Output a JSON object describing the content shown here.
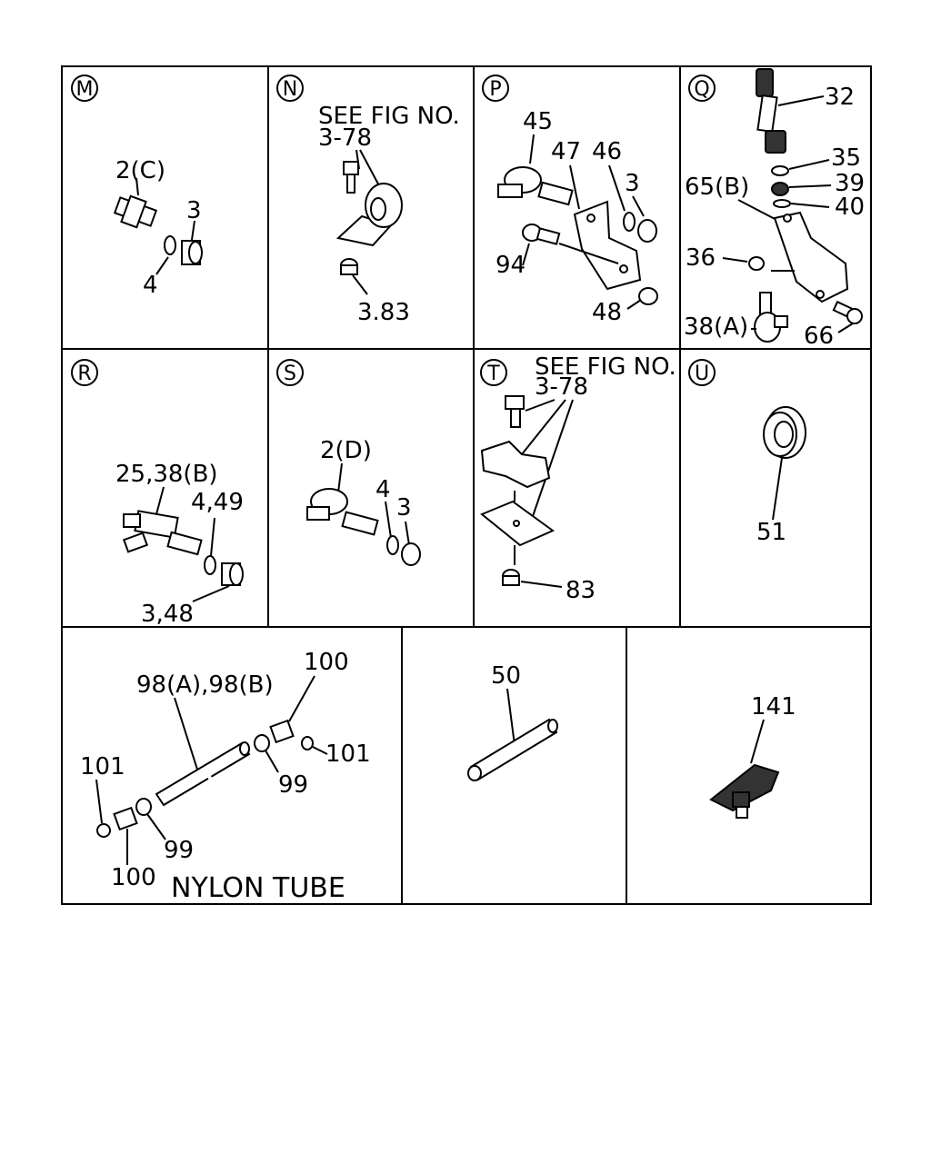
{
  "panels": {
    "M": {
      "letter": "M",
      "labels": {
        "l1": "2(C)",
        "l2": "3",
        "l3": "4"
      }
    },
    "N": {
      "letter": "N",
      "labels": {
        "see1": "SEE FIG NO.",
        "see2": "3-78",
        "l1": "3.83"
      }
    },
    "P": {
      "letter": "P",
      "labels": {
        "l1": "45",
        "l2": "47",
        "l3": "46",
        "l4": "3",
        "l5": "94",
        "l6": "48"
      }
    },
    "Q": {
      "letter": "Q",
      "labels": {
        "l1": "32",
        "l2": "35",
        "l3": "39",
        "l4": "40",
        "l5": "65(B)",
        "l6": "36",
        "l7": "38(A)",
        "l8": "66"
      }
    },
    "R": {
      "letter": "R",
      "labels": {
        "l1": "25,38(B)",
        "l2": "4,49",
        "l3": "3,48"
      }
    },
    "S": {
      "letter": "S",
      "labels": {
        "l1": "2(D)",
        "l2": "4",
        "l3": "3"
      }
    },
    "T": {
      "letter": "T",
      "labels": {
        "see1": "SEE FIG NO.",
        "see2": "3-78",
        "l1": "83"
      }
    },
    "U": {
      "letter": "U",
      "labels": {
        "l1": "51"
      }
    },
    "nylon": {
      "labels": {
        "l1": "98(A),98(B)",
        "l2": "100",
        "l3": "101",
        "l4": "99",
        "l5": "101",
        "l6": "99",
        "l7": "100",
        "title": "NYLON TUBE"
      }
    },
    "rod": {
      "labels": {
        "l1": "50"
      }
    },
    "fitting": {
      "labels": {
        "l1": "141"
      }
    }
  }
}
